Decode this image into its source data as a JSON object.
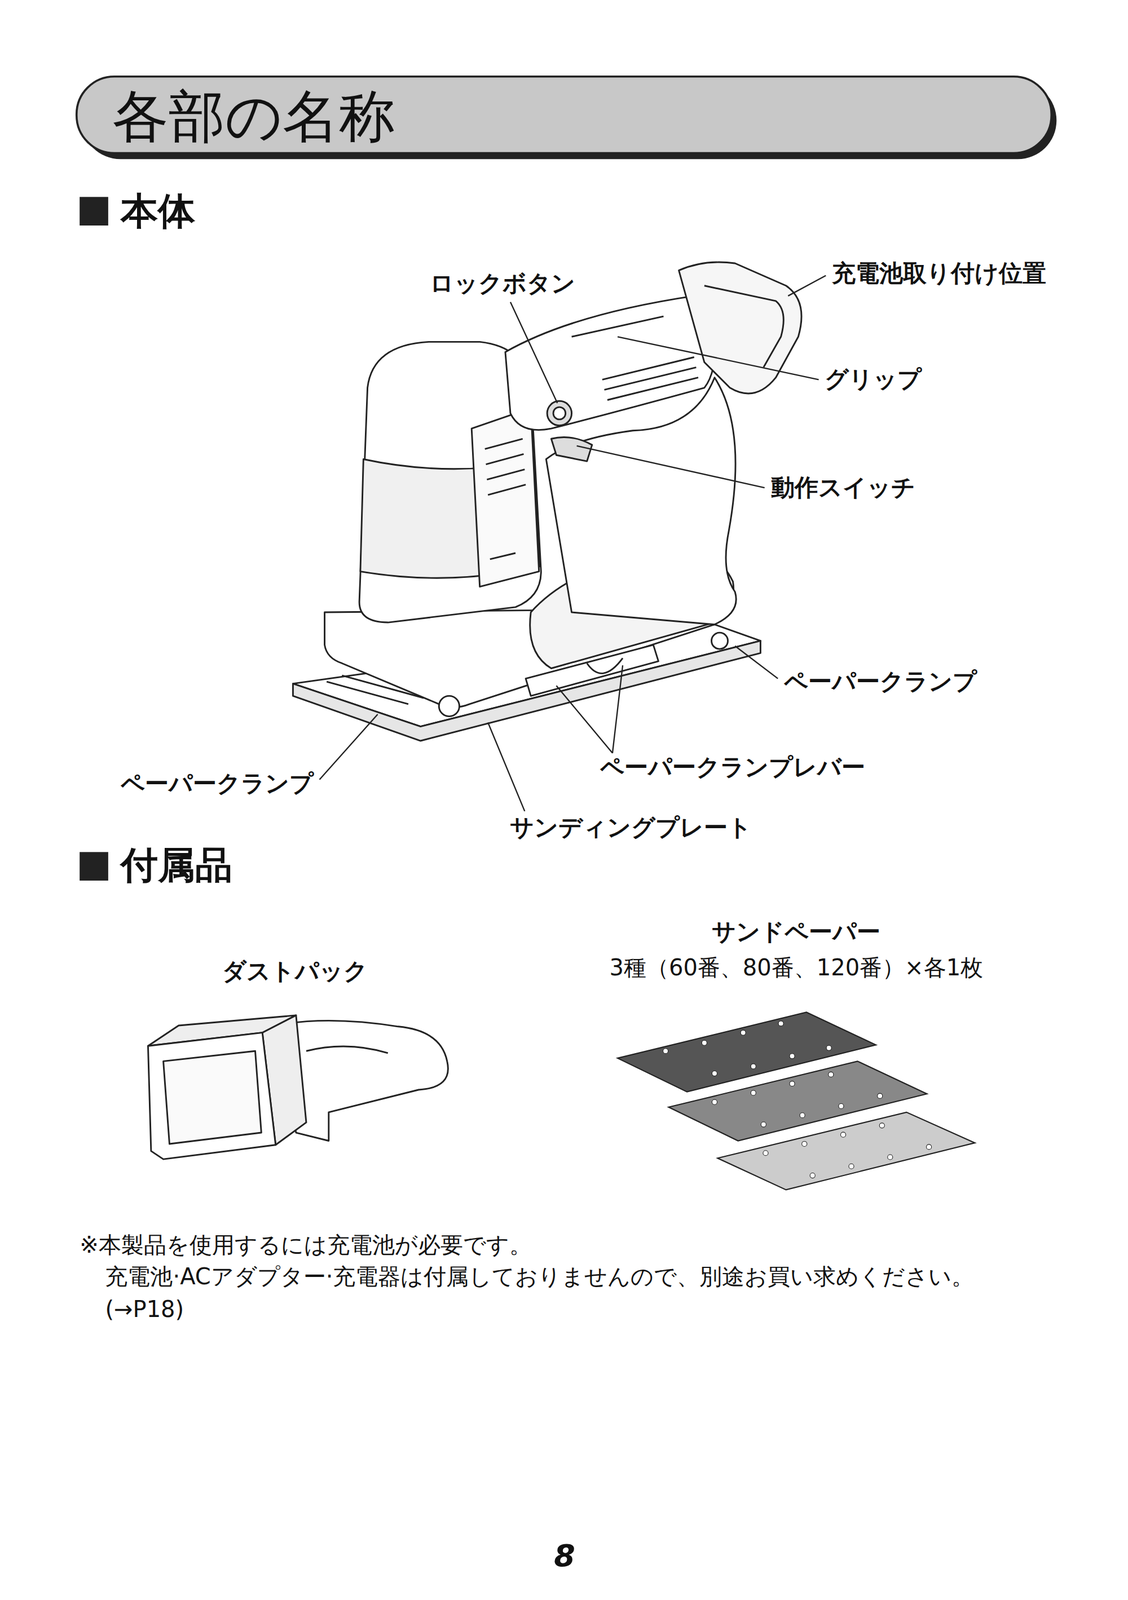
{
  "diagram": {
    "title": "各部の名称",
    "labels": [
      "本体",
      "ロックボタン",
      "充電池取り付け位置",
      "グリップ",
      "動作スイッチ",
      "ペーパークランプ",
      "ペーパークランプレバー",
      "ペーパークランプ",
      "サンディングプレート",
      "付属品",
      "サンドペーパー",
      "3種（60番、80番、120番）×各1枚",
      "ダストパック",
      "※本製品を使用するには充電池が必要です。",
      "充電池·ACアダプター·充電器は付属しておりませんので、別途お買い求めください。",
      "(→P18)",
      "8"
    ]
  }
}
